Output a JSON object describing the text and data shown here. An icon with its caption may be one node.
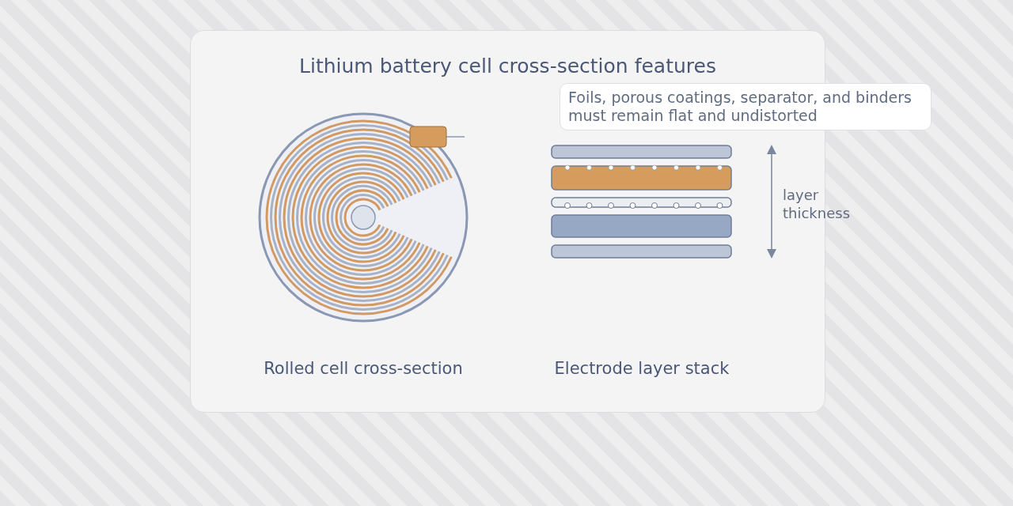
{
  "diagram": {
    "title": "Lithium battery cell cross-section features",
    "nodes": [
      {
        "text": [
          "Foils, porous coatings, separator, and binders must remain flat and undistorted"
        ]
      }
    ],
    "labels": [
      "layer thickness",
      "Rolled cell cross-section",
      "Electrode layer stack"
    ]
  }
}
